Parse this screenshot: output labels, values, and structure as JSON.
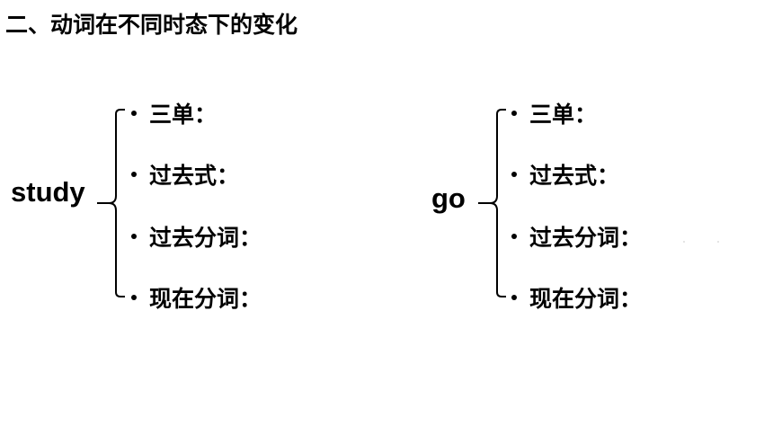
{
  "title": "二、动词在不同时态下的变化",
  "groups": [
    {
      "word": "study",
      "items": [
        {
          "label": "三单："
        },
        {
          "label": "过去式："
        },
        {
          "label": "过去分词："
        },
        {
          "label": "现在分词："
        }
      ]
    },
    {
      "word": "go",
      "items": [
        {
          "label": "三单："
        },
        {
          "label": "过去式："
        },
        {
          "label": "过去分词："
        },
        {
          "label": "现在分词："
        }
      ]
    }
  ]
}
